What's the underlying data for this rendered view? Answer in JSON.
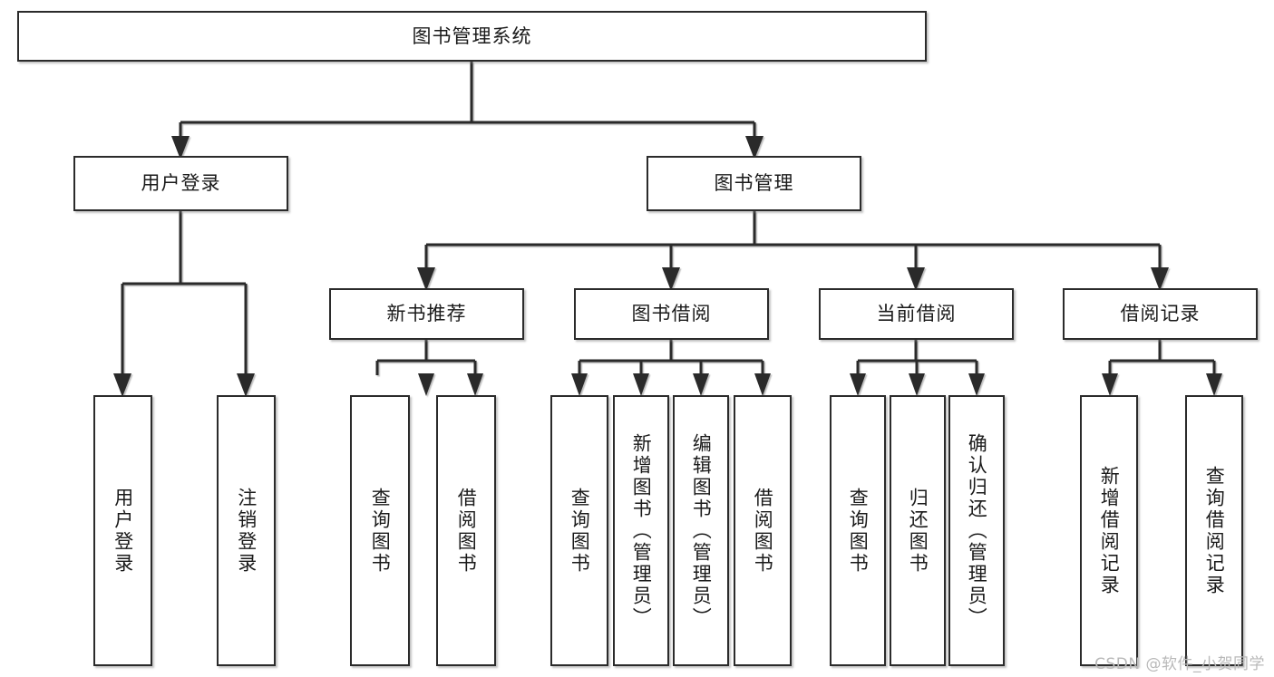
{
  "diagram": {
    "title": "图书管理系统",
    "type": "tree-hierarchy",
    "watermark": "CSDN @软件_小贺同学",
    "colors": {
      "box_border": "#2b2b2b",
      "box_fill": "#ffffff",
      "line": "#2b2b2b",
      "text": "#1a1a1a",
      "watermark": "#b9b9b9"
    },
    "nodes": {
      "root": {
        "label": "图书管理系统"
      },
      "level2": [
        {
          "id": "user-login",
          "label": "用户登录"
        },
        {
          "id": "book-manage",
          "label": "图书管理"
        }
      ],
      "level3": [
        {
          "id": "new-book-recommend",
          "label": "新书推荐"
        },
        {
          "id": "book-borrow",
          "label": "图书借阅"
        },
        {
          "id": "current-borrow",
          "label": "当前借阅"
        },
        {
          "id": "borrow-record",
          "label": "借阅记录"
        }
      ],
      "leaves": {
        "user_login": [
          {
            "id": "leaf-user-login",
            "label": "用户登录"
          },
          {
            "id": "leaf-user-logout",
            "label": "注销登录"
          }
        ],
        "new_book_recommend": [
          {
            "id": "leaf-query-book-1",
            "label": "查询图书"
          },
          {
            "id": "leaf-borrow-book-1",
            "label": "借阅图书"
          }
        ],
        "book_borrow": [
          {
            "id": "leaf-query-book-2",
            "label": "查询图书"
          },
          {
            "id": "leaf-add-book",
            "label": "新增图书（管理员）"
          },
          {
            "id": "leaf-edit-book",
            "label": "编辑图书（管理员）"
          },
          {
            "id": "leaf-borrow-book-2",
            "label": "借阅图书"
          }
        ],
        "current_borrow": [
          {
            "id": "leaf-query-book-3",
            "label": "查询图书"
          },
          {
            "id": "leaf-return-book",
            "label": "归还图书"
          },
          {
            "id": "leaf-confirm-return",
            "label": "确认归还（管理员）"
          }
        ],
        "borrow_record": [
          {
            "id": "leaf-add-record",
            "label": "新增借阅记录"
          },
          {
            "id": "leaf-query-record",
            "label": "查询借阅记录"
          }
        ]
      }
    }
  }
}
